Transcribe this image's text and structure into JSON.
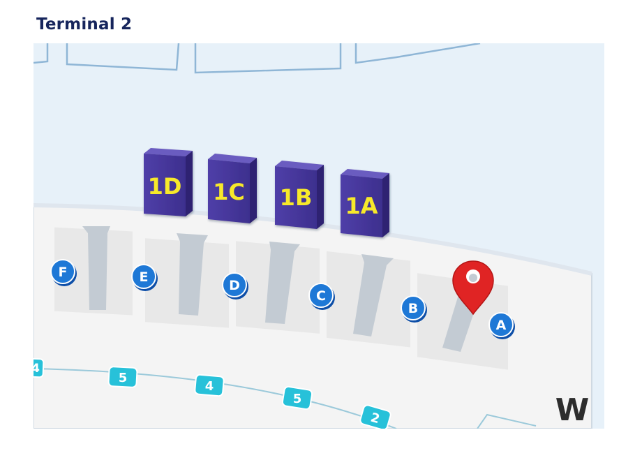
{
  "page": {
    "title": "Terminal 2"
  },
  "map": {
    "colors": {
      "sky": "#e7f1f9",
      "concourse": "#f4f4f4",
      "gate_building": "#4a3aa0",
      "gate_label": "#f7e92a",
      "gate_marker": "#1e78d6",
      "path_badge": "#27c1d9",
      "pin": "#e02424",
      "bridge": "#c3cbd3"
    },
    "boarding_areas": [
      {
        "label": "1D"
      },
      {
        "label": "1C"
      },
      {
        "label": "1B"
      },
      {
        "label": "1A"
      }
    ],
    "gates": [
      {
        "label": "F"
      },
      {
        "label": "E"
      },
      {
        "label": "D"
      },
      {
        "label": "C"
      },
      {
        "label": "B"
      },
      {
        "label": "A"
      }
    ],
    "path_badges": [
      {
        "label": "4"
      },
      {
        "label": "5"
      },
      {
        "label": "4"
      },
      {
        "label": "5"
      },
      {
        "label": "2"
      }
    ],
    "location_pin": {
      "icon": "map-pin-icon"
    },
    "zone_label": "W"
  }
}
